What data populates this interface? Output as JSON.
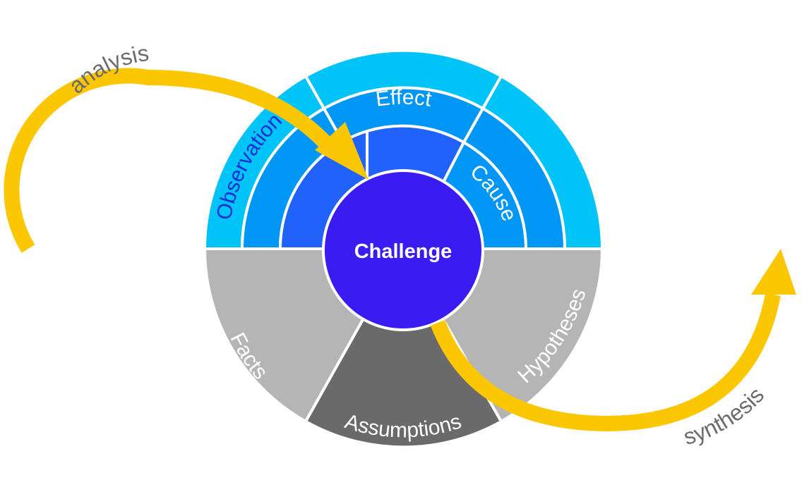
{
  "center": {
    "label": "Challenge"
  },
  "segments": {
    "observation": "Observation",
    "effect": "Effect",
    "cause": "Cause",
    "facts": "Facts",
    "assumptions": "Assumptions",
    "hypotheses": "Hypotheses"
  },
  "flows": {
    "analysis": "analysis",
    "synthesis": "synthesis"
  },
  "colors": {
    "outer_light_blue": "#00c3f8",
    "ring_blue": "#0096f5",
    "inner_blue": "#2162fb",
    "center": "#3a1cf2",
    "observation_text": "#1a2ed8",
    "gray_light": "#b5b5b5",
    "gray_dark": "#6a6a6a",
    "arrow": "#fbc602"
  }
}
